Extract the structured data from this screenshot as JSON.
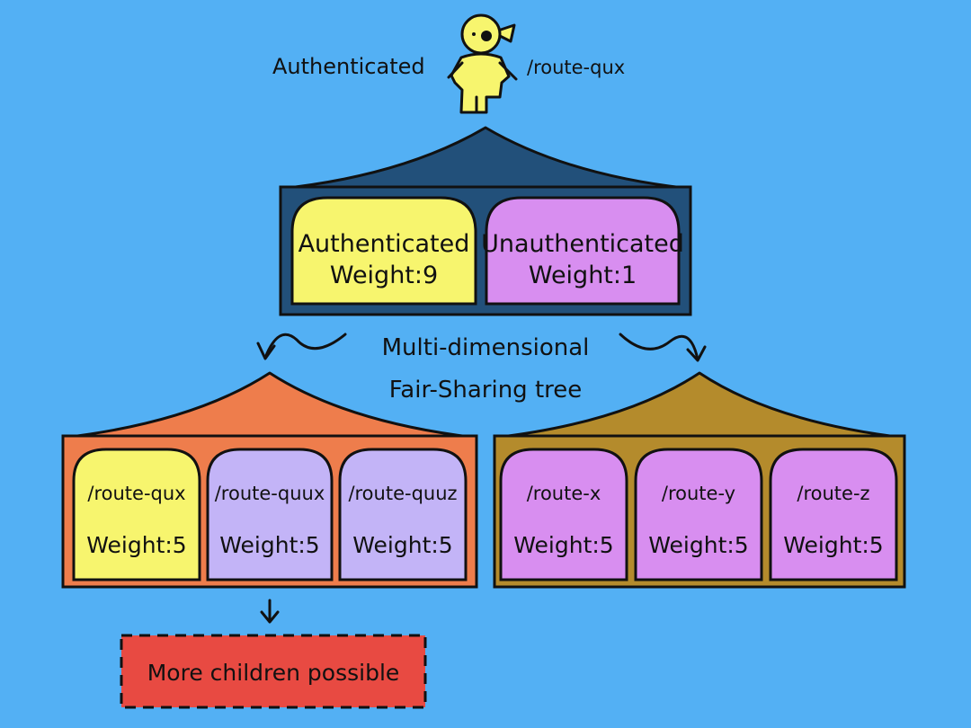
{
  "person": {
    "left_label": "Authenticated",
    "right_label": "/route-qux"
  },
  "center_label": {
    "line1": "Multi-dimensional",
    "line2": "Fair-Sharing tree"
  },
  "top_node": {
    "cells": [
      {
        "name": "Authenticated",
        "weight": "Weight:9",
        "color": "#f7f56e"
      },
      {
        "name": "Unauthenticated",
        "weight": "Weight:1",
        "color": "#d88ef0"
      }
    ],
    "color": "#22507a"
  },
  "left_node": {
    "color": "#ee7d4c",
    "cells": [
      {
        "name": "/route-qux",
        "weight": "Weight:5",
        "color": "#f7f56e"
      },
      {
        "name": "/route-quux",
        "weight": "Weight:5",
        "color": "#c3b4f7"
      },
      {
        "name": "/route-quuz",
        "weight": "Weight:5",
        "color": "#c3b4f7"
      }
    ]
  },
  "right_node": {
    "color": "#b48b2c",
    "cells": [
      {
        "name": "/route-x",
        "weight": "Weight:5",
        "color": "#d88ef0"
      },
      {
        "name": "/route-y",
        "weight": "Weight:5",
        "color": "#d88ef0"
      },
      {
        "name": "/route-z",
        "weight": "Weight:5",
        "color": "#d88ef0"
      }
    ]
  },
  "more_box": {
    "label": "More children possible",
    "color": "#e84a42"
  }
}
